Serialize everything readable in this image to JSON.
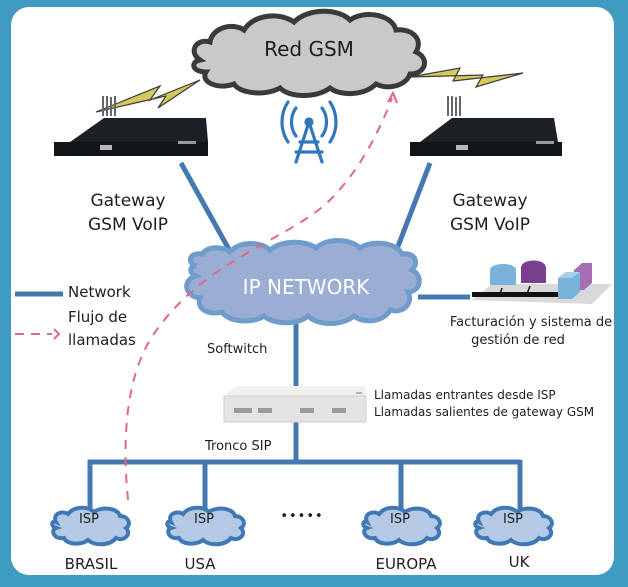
{
  "clouds": {
    "gsm": "Red GSM",
    "ip": "IP NETWORK"
  },
  "gateways": {
    "left": {
      "line1": "Gateway",
      "line2": "GSM VoIP"
    },
    "right": {
      "line1": "Gateway",
      "line2": "GSM VoIP"
    }
  },
  "legend": {
    "network": "Network",
    "flow_line1": "Flujo de",
    "flow_line2": "llamadas"
  },
  "billing": {
    "line1": "Facturación y sistema de",
    "line2": "gestión de red"
  },
  "softswitch": {
    "label": "Softwitch",
    "note_line1": "Llamadas entrantes desde ISP",
    "note_line2": "Llamadas salientes de gateway GSM"
  },
  "trunk": {
    "label": "Tronco SIP"
  },
  "isps": [
    {
      "cloud": "ISP",
      "region": "BRASIL"
    },
    {
      "cloud": "ISP",
      "region": "USA"
    },
    {
      "cloud": "ISP",
      "region": "EUROPA"
    },
    {
      "cloud": "ISP",
      "region": "UK"
    }
  ],
  "ellipsis": "•••••",
  "colors": {
    "frame": "#3f9bc2",
    "network_line": "#4379b0",
    "flow_line": "#e0697f",
    "gsm_cloud_fill": "#c8c9cb",
    "gsm_cloud_stroke": "#3a3a3a",
    "ip_cloud_fill": "#9aaed4",
    "ip_cloud_stroke": "#6f9ccb",
    "isp_cloud_fill": "#b4c9e4",
    "isp_cloud_stroke": "#3f78b4",
    "lightning": "#d4c95a",
    "tower": "#2f78bb"
  }
}
